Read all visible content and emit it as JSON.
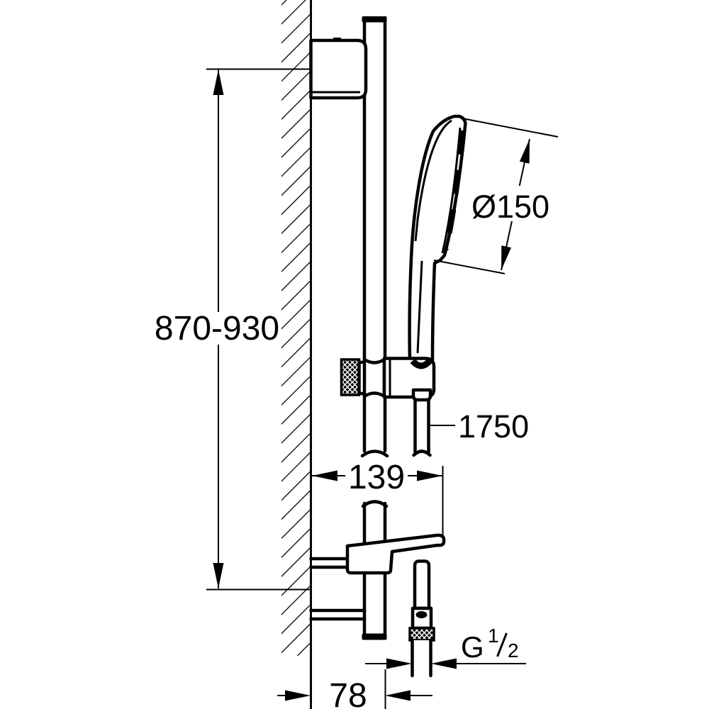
{
  "page": {
    "background": "#ffffff",
    "line_color": "#000000"
  },
  "dimensions": {
    "mounting_height": "870-930",
    "head_diameter": "Ø150",
    "hose_length": "1750",
    "rail_to_wall_top": "139",
    "rail_to_wall_bottom": "78",
    "thread_letter": "G",
    "thread_numerator": "1",
    "thread_denominator": "2"
  }
}
